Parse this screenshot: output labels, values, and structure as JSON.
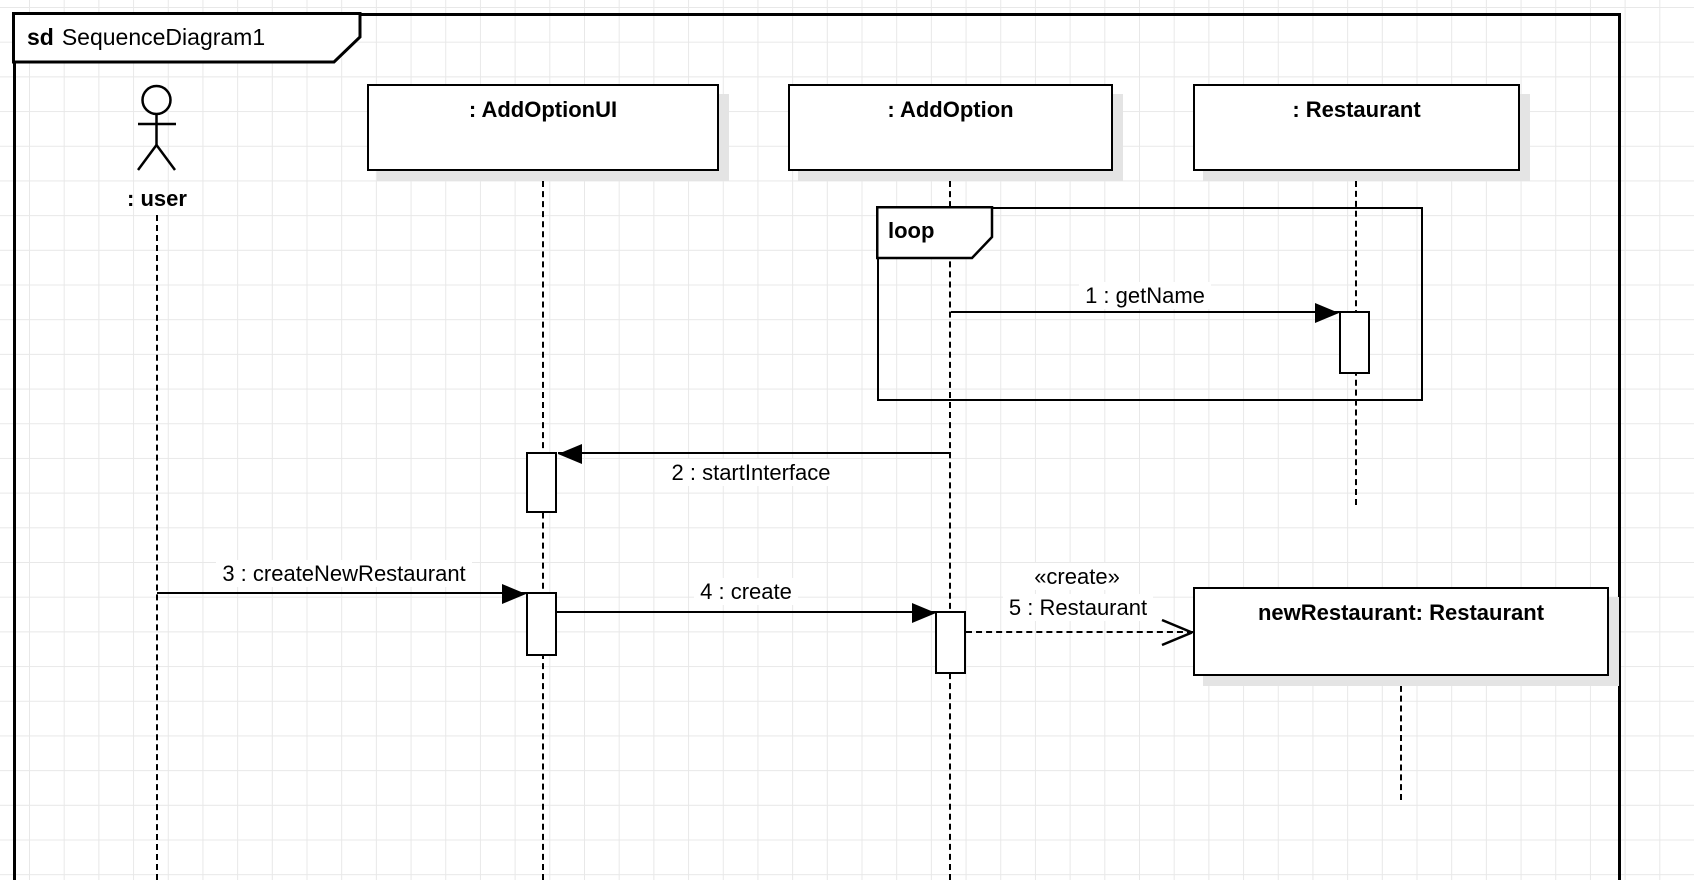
{
  "frame": {
    "operator": "sd",
    "title": "SequenceDiagram1"
  },
  "actor": {
    "label": ": user"
  },
  "lifelines": [
    {
      "label": ": AddOptionUI"
    },
    {
      "label": ": AddOption"
    },
    {
      "label": ": Restaurant"
    }
  ],
  "fragment": {
    "operator": "loop"
  },
  "messages": [
    {
      "label": "1 : getName",
      "type": "sync"
    },
    {
      "label": "2 : startInterface",
      "type": "sync"
    },
    {
      "label": "3 : createNewRestaurant",
      "type": "sync"
    },
    {
      "label": "4 : create",
      "type": "sync"
    },
    {
      "stereotype": "«create»",
      "label": "5 : Restaurant",
      "type": "create"
    }
  ],
  "object": {
    "label": "newRestaurant: Restaurant"
  },
  "colors": {
    "line": "#000000",
    "shadow": "#e4e4e4",
    "grid": "#e8e8e8",
    "canvas": "#ffffff"
  }
}
